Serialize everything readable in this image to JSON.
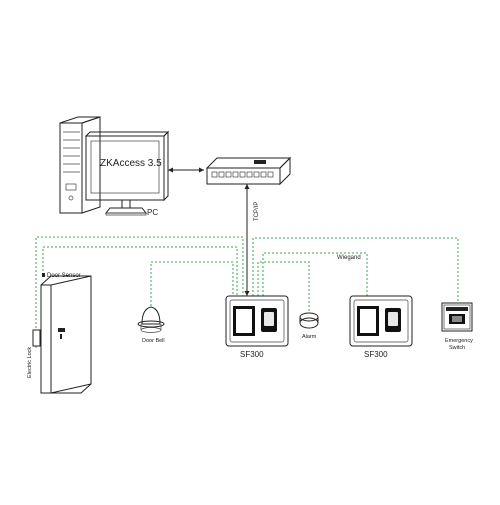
{
  "labels": {
    "software": "ZKAccess 3.5",
    "pc": "PC",
    "network": "TCP/IP",
    "wiegand": "Wiegand",
    "door_sensor": "Door Sensor",
    "electric_lock": "Electric Lock",
    "door_bell": "Door Bell",
    "alarm": "Alarm",
    "device1": "SF300",
    "device2": "SF300",
    "emergency_line1": "Emergency",
    "emergency_line2": "Switch"
  },
  "colors": {
    "wire": "#2bb24c",
    "line": "#222222"
  },
  "icons": [
    "pc-tower-icon",
    "monitor-icon",
    "network-switch-icon",
    "door-icon",
    "door-bell-icon",
    "alarm-icon",
    "terminal-icon",
    "emergency-switch-icon"
  ]
}
